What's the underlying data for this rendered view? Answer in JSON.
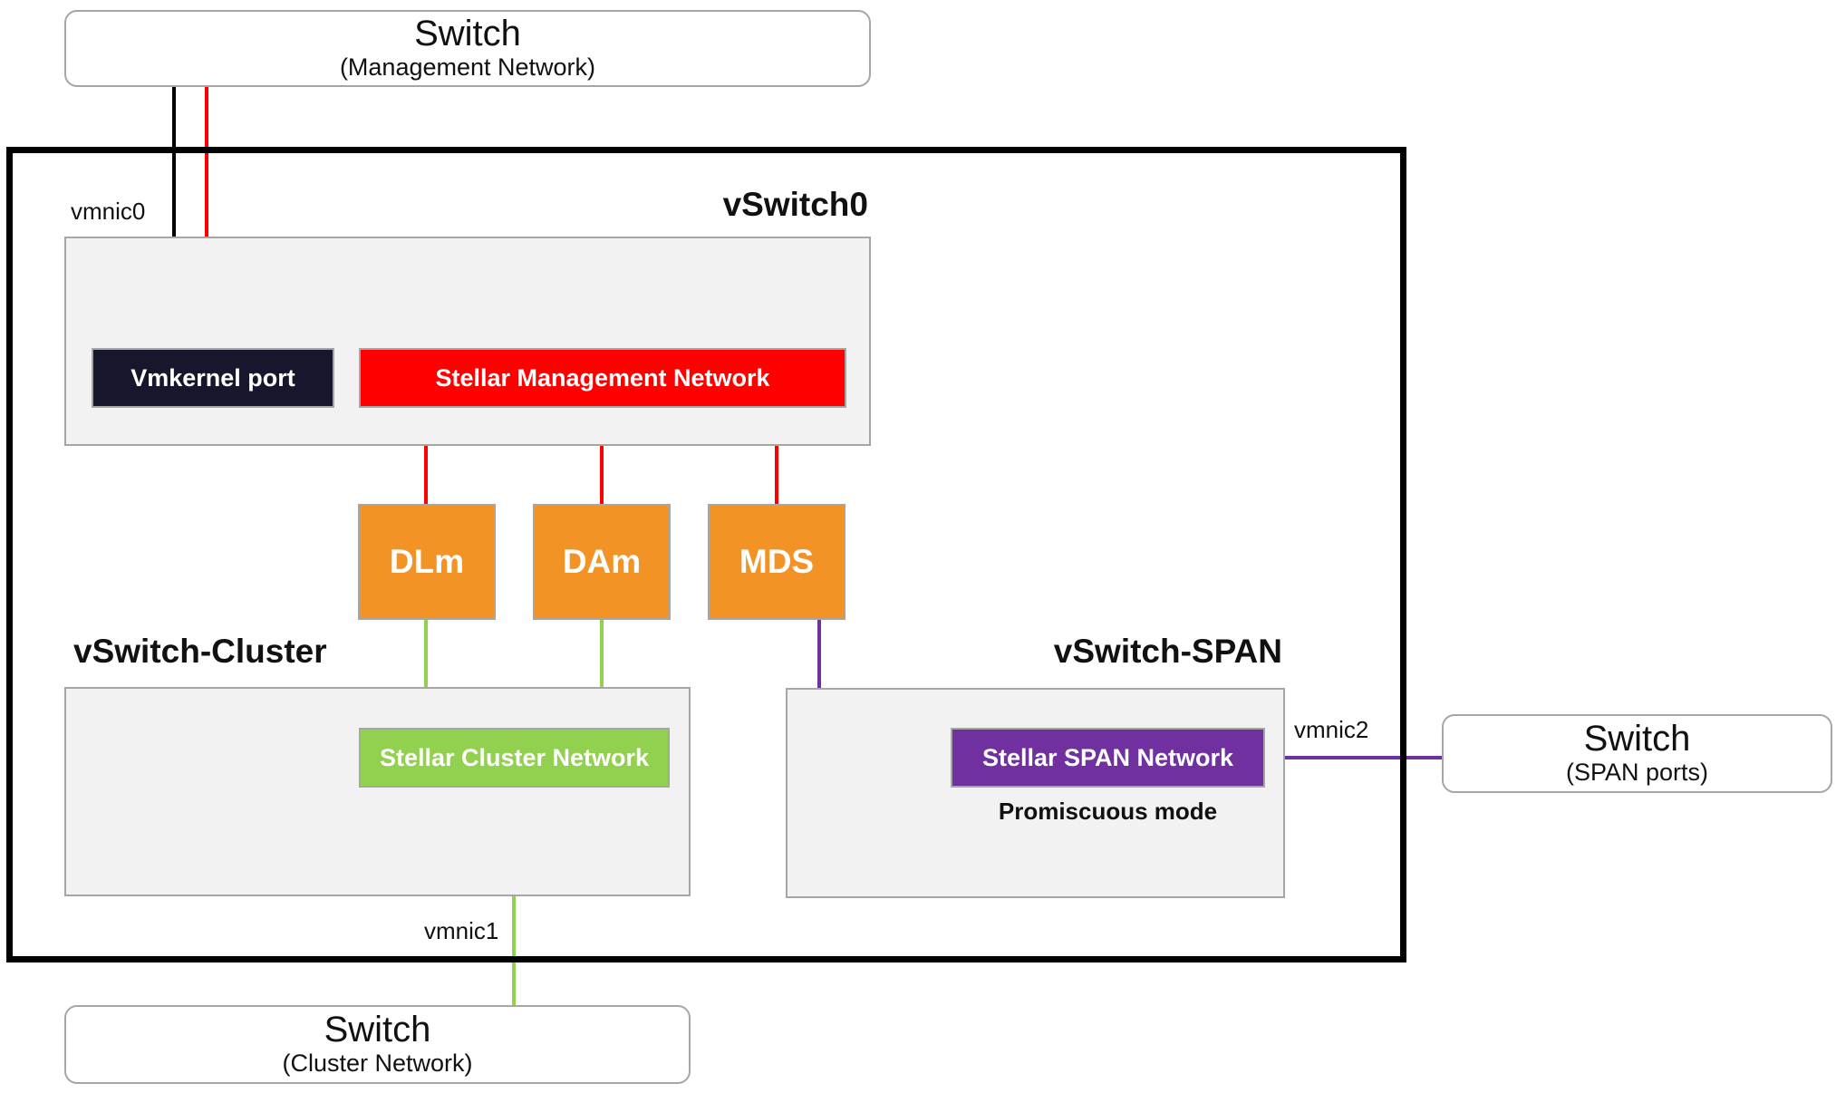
{
  "colors": {
    "management": "#ff0000",
    "cluster": "#92d050",
    "span": "#7030a0",
    "vmkernel": "#16172c",
    "vm": "#f39325",
    "uplink_black": "#000000"
  },
  "switches": {
    "management": {
      "title": "Switch",
      "subtitle": "(Management Network)"
    },
    "span": {
      "title": "Switch",
      "subtitle": "(SPAN ports)"
    },
    "cluster": {
      "title": "Switch",
      "subtitle": "(Cluster Network)"
    }
  },
  "vswitch0": {
    "label": "vSwitch0",
    "uplink": "vmnic0",
    "vmkernel_port": "Vmkernel port",
    "management_network": "Stellar Management Network"
  },
  "vms": {
    "dlm": "DLm",
    "dam": "DAm",
    "mds": "MDS"
  },
  "vswitch_cluster": {
    "label": "vSwitch-Cluster",
    "uplink": "vmnic1",
    "network": "Stellar Cluster Network"
  },
  "vswitch_span": {
    "label": "vSwitch-SPAN",
    "uplink": "vmnic2",
    "network": "Stellar SPAN Network",
    "mode": "Promiscuous mode"
  }
}
